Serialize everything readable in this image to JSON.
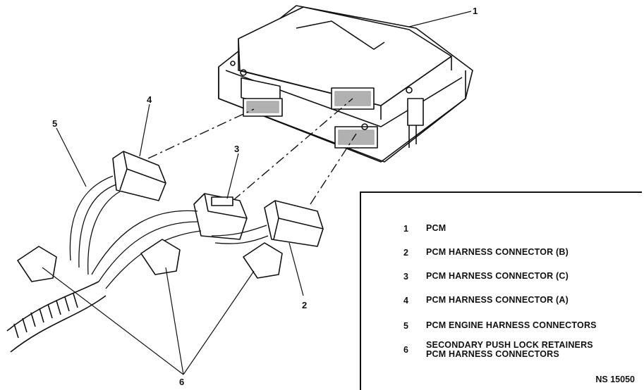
{
  "callouts": {
    "c1": "1",
    "c2": "2",
    "c3": "3",
    "c4": "4",
    "c5": "5",
    "c6": "6"
  },
  "legend": {
    "items": [
      {
        "num": "1",
        "lines": [
          "PCM"
        ]
      },
      {
        "num": "2",
        "lines": [
          "PCM HARNESS CONNECTOR (B)"
        ]
      },
      {
        "num": "3",
        "lines": [
          "PCM HARNESS CONNECTOR (C)"
        ]
      },
      {
        "num": "4",
        "lines": [
          "PCM HARNESS CONNECTOR (A)"
        ]
      },
      {
        "num": "5",
        "lines": [
          "PCM ENGINE HARNESS CONNECTORS"
        ]
      },
      {
        "num": "6",
        "lines": [
          "SECONDARY PUSH LOCK RETAINERS",
          "PCM HARNESS CONNECTORS"
        ]
      }
    ]
  },
  "figure_id": "NS 15050"
}
